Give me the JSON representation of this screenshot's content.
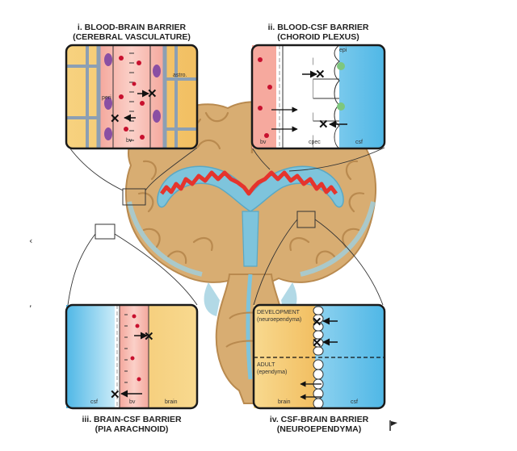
{
  "panels": {
    "bbb": {
      "title_line1": "i. BLOOD-BRAIN BARRIER",
      "title_line2": "(CEREBRAL VASCULATURE)",
      "labels": {
        "astro": "astro.",
        "peri": "peri",
        "bv": "bv"
      }
    },
    "bcsf": {
      "title_line1": "ii. BLOOD-CSF BARRIER",
      "title_line2": "(CHOROID PLEXUS)",
      "labels": {
        "epi": "epi",
        "bv": "bv",
        "cpec": "cpec",
        "csf": "csf"
      }
    },
    "brain_csf": {
      "title_line1": "iii. BRAIN-CSF BARRIER",
      "title_line2": "(PIA ARACHNOID)",
      "labels": {
        "csf": "csf",
        "bv": "bv",
        "brain": "brain"
      }
    },
    "csf_brain": {
      "title_line1": "iv. CSF-BRAIN BARRIER",
      "title_line2": "(NEUROEPENDYMA)",
      "labels": {
        "development": "DEVELOPMENT",
        "neuroependyma": "(neuroependyma)",
        "adult": "ADULT",
        "ependyma": "(ependyma)",
        "brain": "brain",
        "csf": "csf"
      }
    }
  },
  "margin_marks": {
    "mark1": "‹",
    "mark2": ","
  },
  "colors": {
    "brain": "#d8ad72",
    "brain_dark": "#b98a4f",
    "ventricle": "#7ec4dc",
    "choroid": "#e5342d",
    "blood": "#f7b8b0",
    "brain_tissue": "#f5c774",
    "csf": "#7ecbea",
    "pericyte": "#8a4fa3",
    "epithelium": "#7ec77e",
    "panel_border": "#1a1a1a",
    "vessel_wall": "#8c9fb4"
  }
}
